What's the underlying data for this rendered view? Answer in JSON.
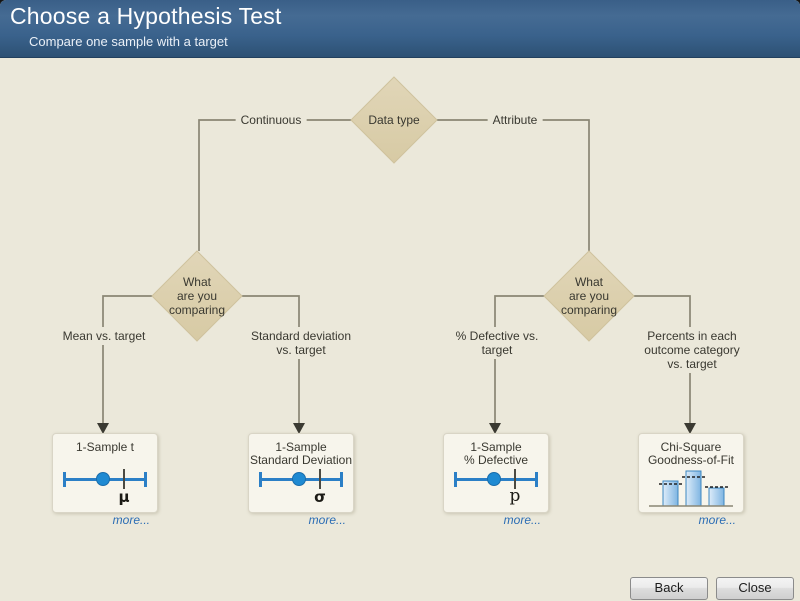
{
  "header": {
    "title": "Choose a Hypothesis Test",
    "subtitle": "Compare one sample with a target"
  },
  "tree": {
    "root_label": "Data type",
    "left_branch_label": "Continuous",
    "right_branch_label": "Attribute",
    "left_decision_label": "What\nare you\ncomparing",
    "right_decision_label": "What\nare you\ncomparing",
    "leaf_labels": {
      "mean": "Mean vs. target",
      "stddev": "Standard deviation\nvs. target",
      "pct_defective": "% Defective vs.\ntarget",
      "percents": "Percents in each\noutcome category\nvs. target"
    }
  },
  "cards": [
    {
      "title": "1-Sample t",
      "symbol": "μ",
      "more_label": "more..."
    },
    {
      "title": "1-Sample\nStandard Deviation",
      "symbol": "σ",
      "more_label": "more..."
    },
    {
      "title": "1-Sample\n% Defective",
      "symbol": "p",
      "more_label": "more..."
    },
    {
      "title": "Chi-Square\nGoodness-of-Fit",
      "more_label": "more..."
    }
  ],
  "buttons": {
    "back": "Back",
    "close": "Close"
  },
  "colors": {
    "background": "#ebe8da",
    "diamond": "#dcd0ac",
    "line": "#8a8674",
    "arrowhead": "#3b3a32",
    "accent_blue": "#2b7fc6",
    "link_blue": "#2a6cb4",
    "header_top": "#3a5f88",
    "header_bottom": "#2d5174"
  }
}
